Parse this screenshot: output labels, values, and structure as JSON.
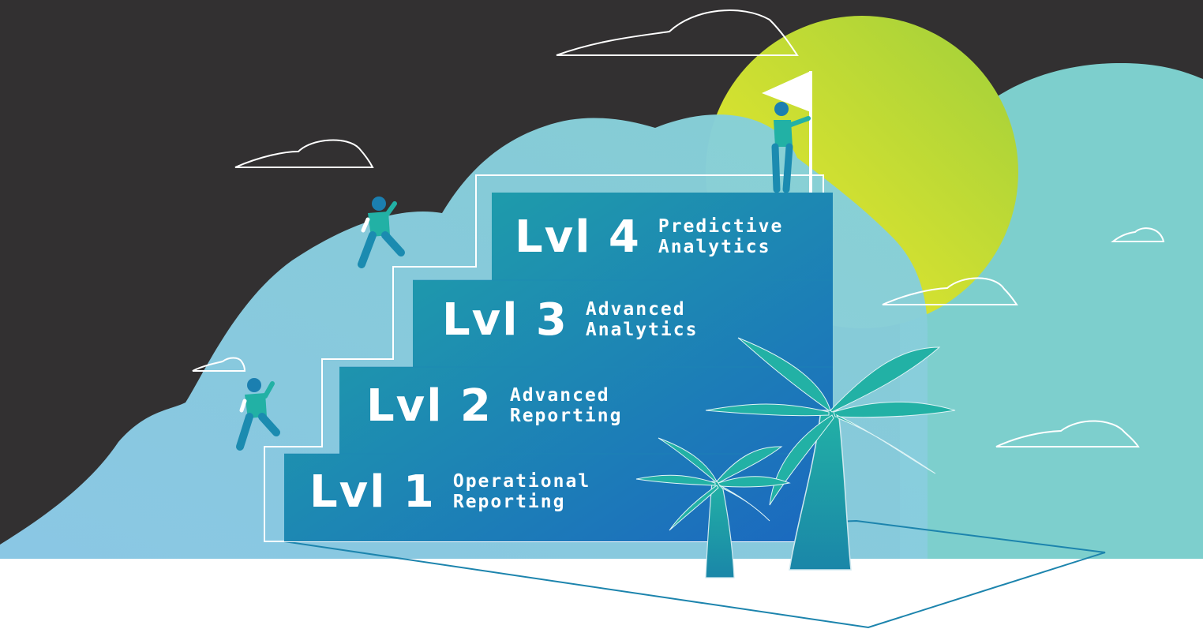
{
  "steps": [
    {
      "level": "Lvl 1",
      "label": "Operational\nReporting"
    },
    {
      "level": "Lvl 2",
      "label": "Advanced\nReporting"
    },
    {
      "level": "Lvl 3",
      "label": "Advanced\nAnalytics"
    },
    {
      "level": "Lvl 4",
      "label": "Predictive\nAnalytics"
    }
  ],
  "colors": {
    "background": "#323031",
    "hills": "#8dcfe0",
    "hills_right": "#7ccfcc",
    "sun_from": "#f1ec2a",
    "sun_to": "#a6d13a",
    "steps_from": "#1fa2a6",
    "steps_to": "#1c6bbf"
  }
}
